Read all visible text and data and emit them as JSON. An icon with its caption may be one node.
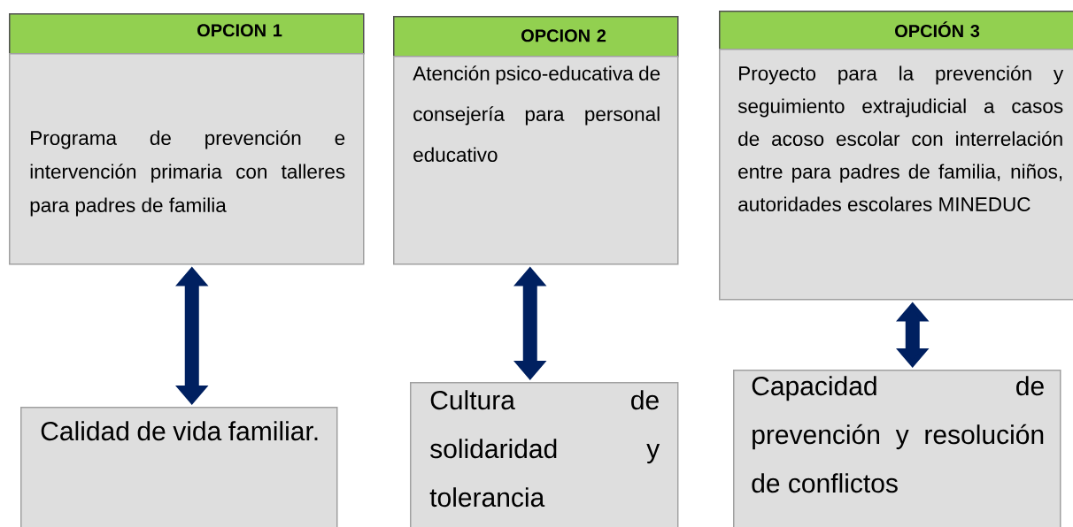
{
  "diagram": {
    "nodes": [
      {
        "text": [
          "OPCION 1"
        ]
      },
      {
        "text": [
          "Programa de prevención e intervención primaria con talleres para padres de familia"
        ]
      },
      {
        "text": [
          "OPCION 2"
        ]
      },
      {
        "text": [
          "Atención psico-educativa de consejería para personal educativo"
        ]
      },
      {
        "text": [
          "OPCIÓN 3"
        ]
      },
      {
        "text": [
          "Proyecto para la prevención y seguimiento extrajudicial a casos de acoso escolar con interrelación entre para padres de familia, niños, autoridades escolares MINEDUC"
        ]
      },
      {
        "text": [
          "Calidad de vida familiar."
        ]
      },
      {
        "text": [
          "Cultura de solidaridad y tolerancia"
        ]
      },
      {
        "text": [
          "Capacidad de prevención y resolución de conflictos"
        ]
      }
    ],
    "edges": [
      {
        "from": 1,
        "to": 6,
        "arrow": "both"
      },
      {
        "from": 3,
        "to": 7,
        "arrow": "both"
      },
      {
        "from": 5,
        "to": 8,
        "arrow": "both"
      }
    ]
  }
}
